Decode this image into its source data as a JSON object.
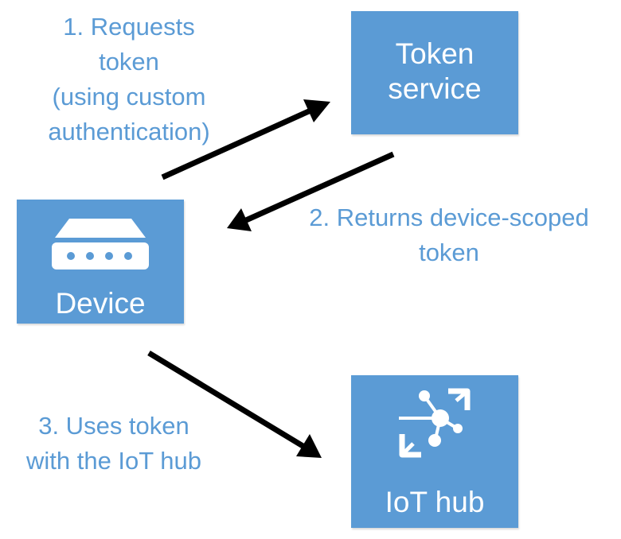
{
  "nodes": {
    "token_service": {
      "label_line1": "Token",
      "label_line2": "service"
    },
    "device": {
      "label": "Device",
      "icon": "router-device-icon"
    },
    "iot_hub": {
      "label": "IoT hub",
      "icon": "iot-hub-icon"
    }
  },
  "steps": [
    {
      "lines": [
        "1. Requests",
        "token",
        "(using custom",
        "authentication)"
      ]
    },
    {
      "lines": [
        "2. Returns device-scoped",
        "token"
      ]
    },
    {
      "lines": [
        "3. Uses token",
        "with the IoT hub"
      ]
    }
  ],
  "colors": {
    "box_fill": "#5b9bd5",
    "label_text": "#5b9bd5",
    "arrow": "#000000",
    "box_text": "#ffffff"
  }
}
